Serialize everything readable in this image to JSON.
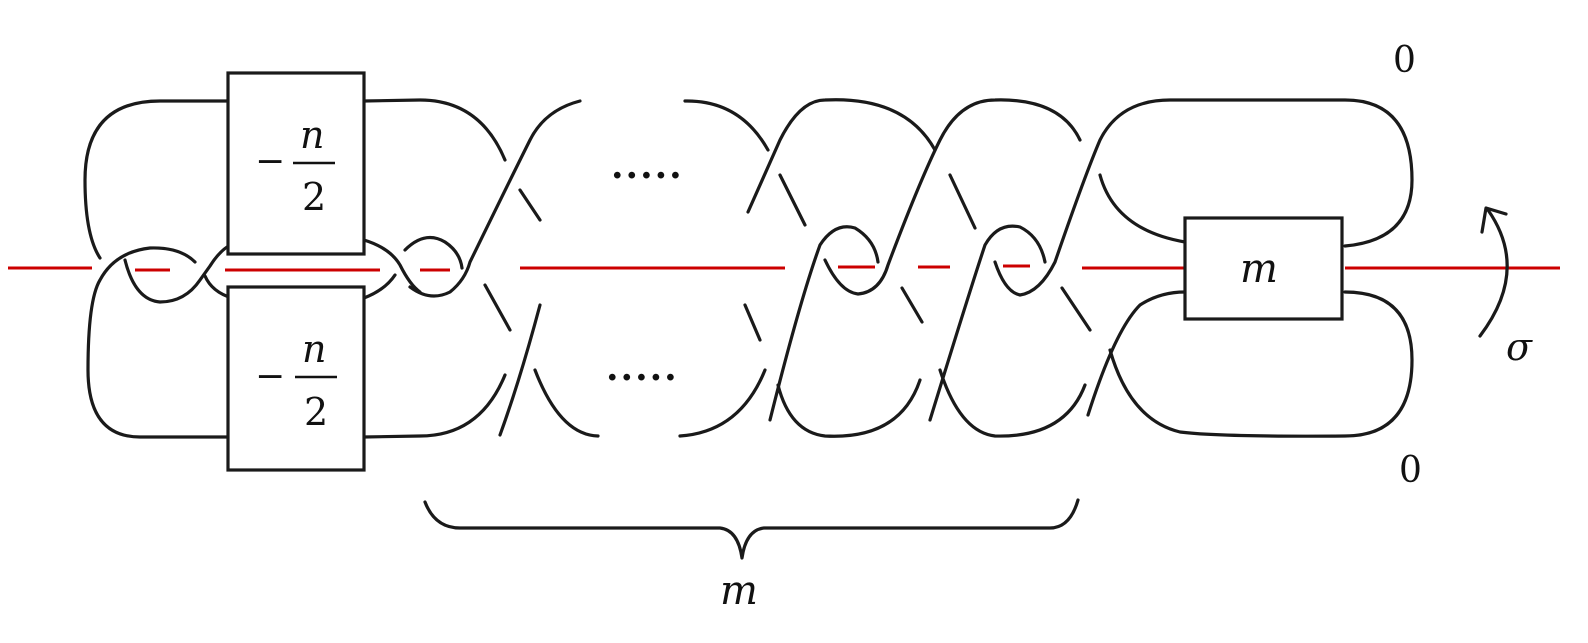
{
  "colors": {
    "strand": "#1a1a1a",
    "axis": "#cc0000",
    "background": "#ffffff"
  },
  "labels": {
    "box_upper_sign": "−",
    "box_upper_num": "n",
    "box_upper_den": "2",
    "box_lower_sign": "−",
    "box_lower_num": "n",
    "box_lower_den": "2",
    "box_right": "m",
    "framing_top": "0",
    "framing_bottom": "0",
    "rotation_symbol": "σ",
    "brace_label": "m",
    "dots_top": ".....",
    "dots_bottom": "....."
  }
}
